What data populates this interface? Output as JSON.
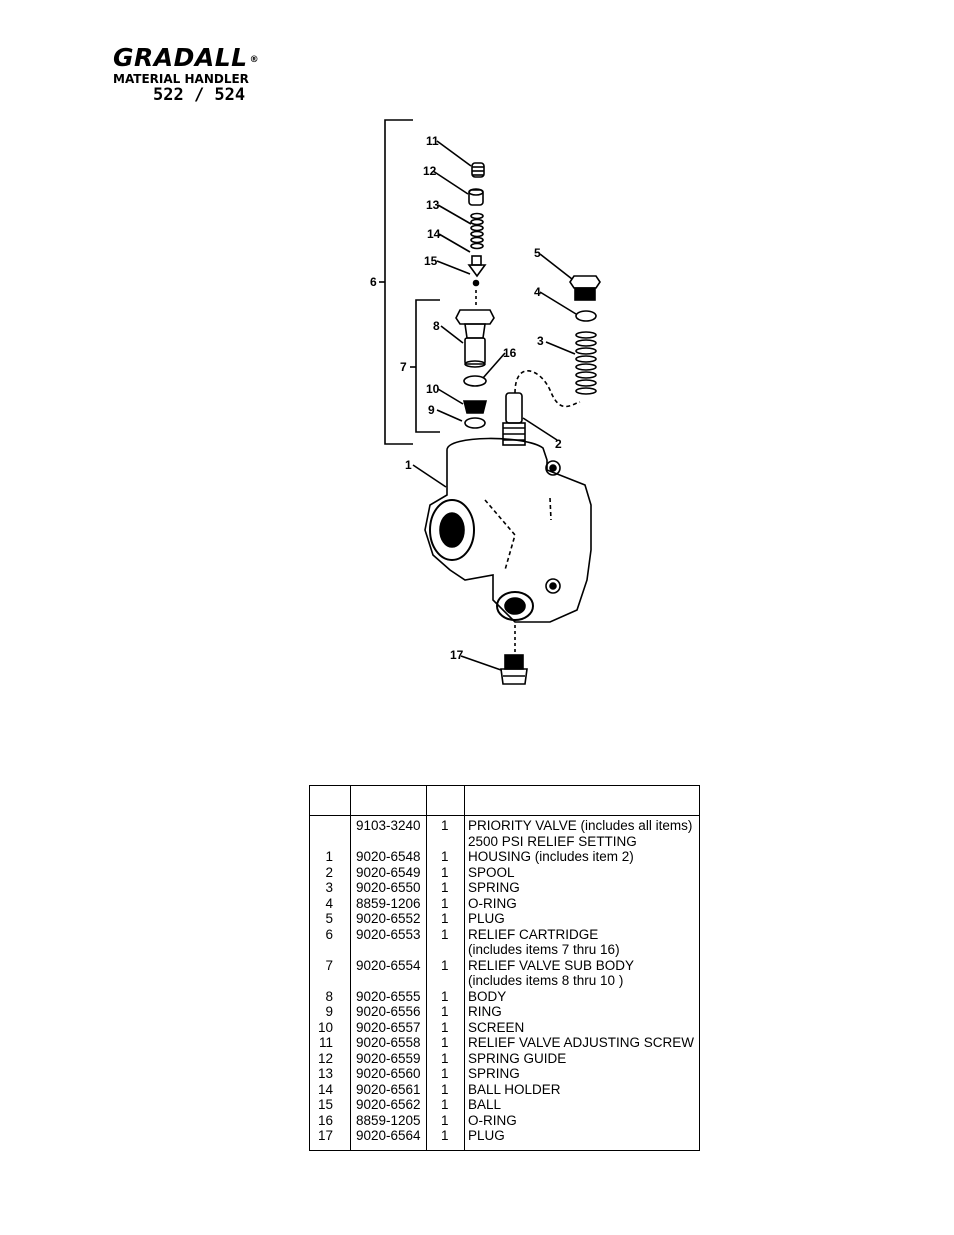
{
  "logo": {
    "brand": "GRADALL",
    "registered": "®",
    "subtitle": "MATERIAL HANDLER",
    "model": "522 / 524"
  },
  "diagram": {
    "callouts": [
      "1",
      "2",
      "3",
      "4",
      "5",
      "6",
      "7",
      "8",
      "9",
      "10",
      "11",
      "12",
      "13",
      "14",
      "15",
      "16",
      "17"
    ]
  },
  "parts_table": {
    "header": [
      "",
      "",
      "",
      ""
    ],
    "rows": [
      {
        "item": "",
        "part": "9103-3240",
        "qty": "1",
        "desc": "PRIORITY VALVE (includes all items)"
      },
      {
        "item": "",
        "part": "",
        "qty": "",
        "desc": "2500 PSI RELIEF SETTING"
      },
      {
        "item": "1",
        "part": "9020-6548",
        "qty": "1",
        "desc": "HOUSING (includes item 2)"
      },
      {
        "item": "2",
        "part": "9020-6549",
        "qty": "1",
        "desc": "SPOOL"
      },
      {
        "item": "3",
        "part": "9020-6550",
        "qty": "1",
        "desc": "SPRING"
      },
      {
        "item": "4",
        "part": "8859-1206",
        "qty": "1",
        "desc": "O-RING"
      },
      {
        "item": "5",
        "part": "9020-6552",
        "qty": "1",
        "desc": "PLUG"
      },
      {
        "item": "6",
        "part": "9020-6553",
        "qty": "1",
        "desc": "RELIEF CARTRIDGE"
      },
      {
        "item": "",
        "part": "",
        "qty": "",
        "desc": "(includes items 7 thru 16)"
      },
      {
        "item": "7",
        "part": "9020-6554",
        "qty": "1",
        "desc": "RELIEF VALVE SUB BODY"
      },
      {
        "item": "",
        "part": "",
        "qty": "",
        "desc": "(includes items 8 thru 10 )"
      },
      {
        "item": "8",
        "part": "9020-6555",
        "qty": "1",
        "desc": "BODY"
      },
      {
        "item": "9",
        "part": "9020-6556",
        "qty": "1",
        "desc": "RING"
      },
      {
        "item": "10",
        "part": "9020-6557",
        "qty": "1",
        "desc": "SCREEN"
      },
      {
        "item": "11",
        "part": "9020-6558",
        "qty": "1",
        "desc": "RELIEF VALVE ADJUSTING SCREW"
      },
      {
        "item": "12",
        "part": "9020-6559",
        "qty": "1",
        "desc": "SPRING GUIDE"
      },
      {
        "item": "13",
        "part": "9020-6560",
        "qty": "1",
        "desc": "SPRING"
      },
      {
        "item": "14",
        "part": "9020-6561",
        "qty": "1",
        "desc": "BALL HOLDER"
      },
      {
        "item": "15",
        "part": "9020-6562",
        "qty": "1",
        "desc": "BALL"
      },
      {
        "item": "16",
        "part": "8859-1205",
        "qty": "1",
        "desc": "O-RING"
      },
      {
        "item": "17",
        "part": "9020-6564",
        "qty": "1",
        "desc": "PLUG"
      }
    ]
  }
}
